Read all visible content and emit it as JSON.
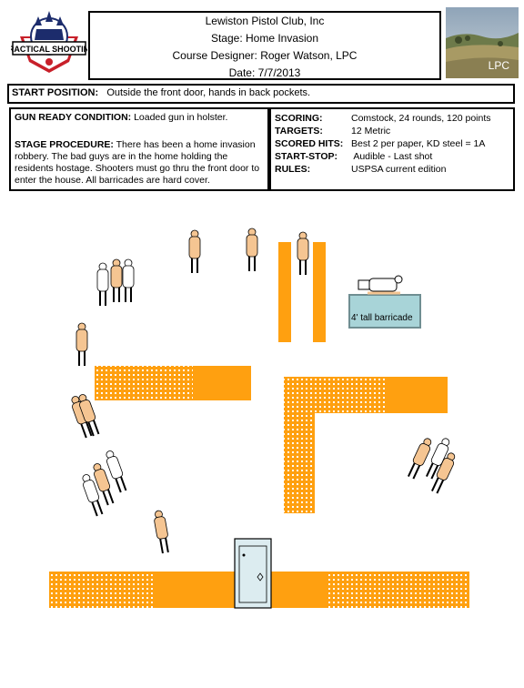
{
  "header": {
    "club": "Lewiston Pistol Club, Inc",
    "stage": "Stage: Home Invasion",
    "designer": "Course Designer: Roger Watson, LPC",
    "date": "Date: 7/7/2013"
  },
  "logo": {
    "icon": "practical-shooting-logo",
    "text": "PRACTICAL SHOOTING"
  },
  "photo": {
    "icon": "landscape-photo",
    "caption": "LPC"
  },
  "start": {
    "label": "START POSITION:",
    "value": "Outside the front door, hands in back pockets."
  },
  "gun_ready": {
    "label": "GUN READY CONDITION:",
    "value": "Loaded gun in holster."
  },
  "procedure": {
    "label": "STAGE PROCEDURE:",
    "value": "There has been a home invasion robbery. The bad guys are in the home holding the residents hostage. Shooters must go thru the front door to enter the house. All barricades are hard cover."
  },
  "details": [
    {
      "label": "SCORING:",
      "value": "Comstock, 24 rounds,  120 points"
    },
    {
      "label": "TARGETS:",
      "value": "12 Metric"
    },
    {
      "label": "SCORED HITS:",
      "value": "Best 2 per paper, KD steel = 1A"
    },
    {
      "label": "START-STOP:",
      "value": " Audible - Last shot"
    },
    {
      "label": "RULES:",
      "value": "USPSA current edition"
    }
  ],
  "diagram": {
    "barricade_label": "4' tall barricade",
    "colors": {
      "wall": "#ffa010",
      "wall_dot": "#ffffff",
      "no_shoot": "#ffffff",
      "target": "#f5c592",
      "barricade": "#a8d4d8",
      "door": "#dcecf0"
    }
  }
}
